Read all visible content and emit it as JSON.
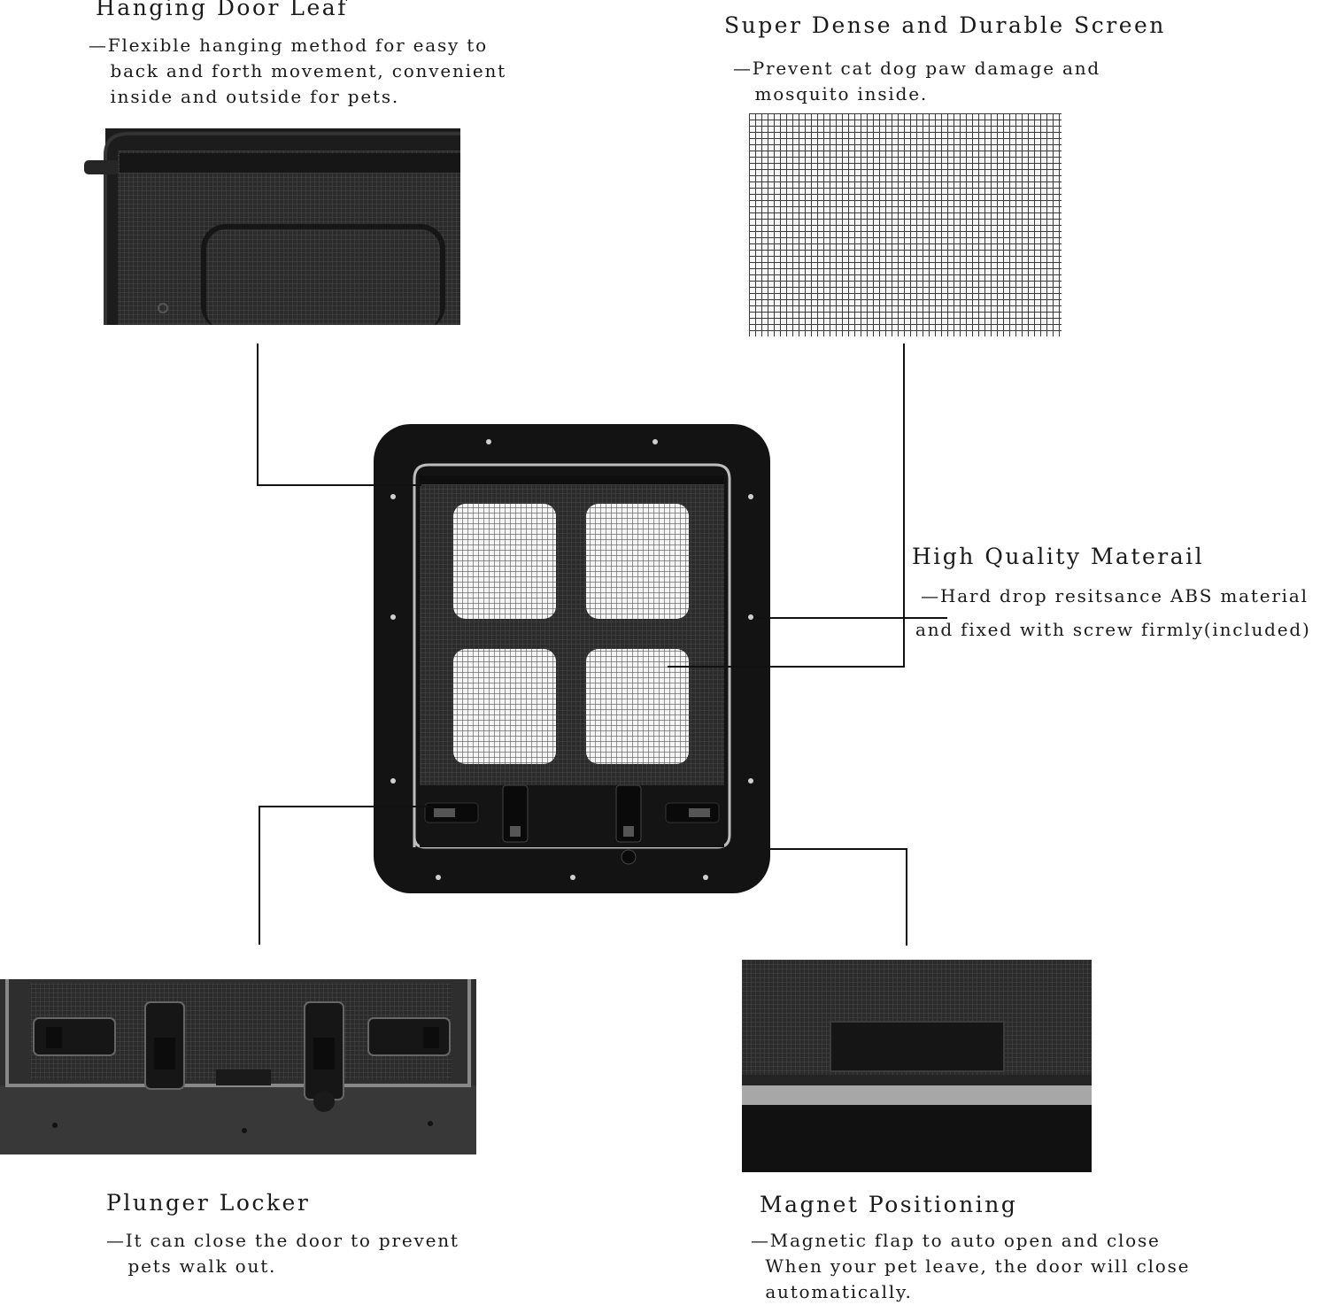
{
  "features": {
    "hanging_door_leaf": {
      "title": "Hanging Door Leaf",
      "desc": "—Flexible hanging method for easy to\n   back and forth movement, convenient\n   inside and outside for pets."
    },
    "screen": {
      "title": "Super Dense and Durable Screen",
      "desc": "—Prevent cat dog paw damage and\n   mosquito inside."
    },
    "material": {
      "title": "High Quality Materail",
      "desc_line1": " —Hard drop resitsance ABS material",
      "desc_line2": "and fixed with screw firmly(included)"
    },
    "plunger_locker": {
      "title": "Plunger Locker",
      "desc": "—It can close the door to prevent\n   pets walk out."
    },
    "magnet": {
      "title": "Magnet Positioning",
      "desc": "—Magnetic flap to auto open and close\n  When your pet leave, the door will close\n  automatically."
    }
  },
  "colors": {
    "frame": "#131313",
    "mesh_light": "#f2f2f2",
    "callout_line": "#111111"
  }
}
